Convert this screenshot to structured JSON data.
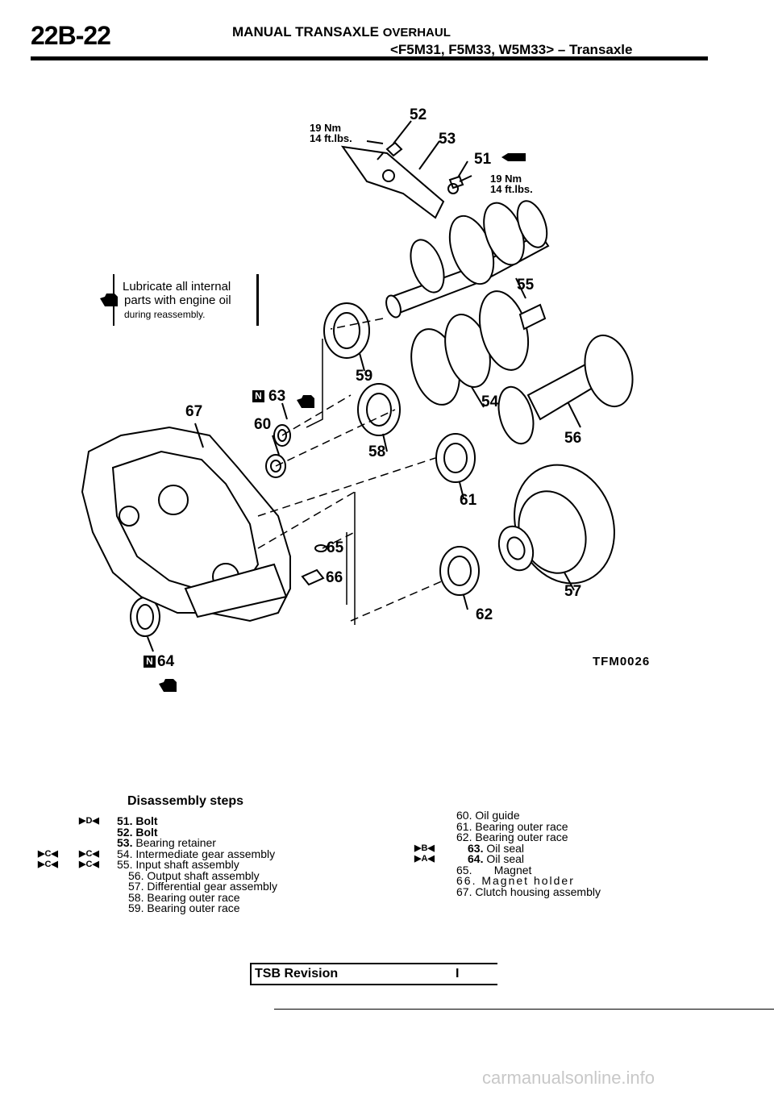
{
  "header": {
    "page_id": "22B-22",
    "title_line1": "MANUAL TRANSAXLE",
    "title_overhaul": "OVERHAUL",
    "title_line2": "<F5M31, F5M33, W5M33> – Transaxle"
  },
  "diagram": {
    "torque_top": {
      "nm": "19 Nm",
      "ftlbs": "14 ft.lbs."
    },
    "torque_right": {
      "nm": "19 Nm",
      "ftlbs": "14 ft.lbs."
    },
    "labels": [
      "52",
      "53",
      "51",
      "55",
      "59",
      "63",
      "67",
      "60",
      "54",
      "56",
      "58",
      "61",
      "65",
      "66",
      "57",
      "62",
      "64"
    ],
    "note": {
      "line1": "Lubricate all internal",
      "line2": "parts with engine oil",
      "line3": "during reassembly."
    },
    "new_part_mark": "N",
    "figure_code": "TFM0026"
  },
  "steps": {
    "title": "Disassembly steps",
    "left": [
      {
        "num": "51.",
        "text": "Bolt",
        "markers": [
          "D"
        ]
      },
      {
        "num": "52.",
        "text": "Bolt",
        "markers": []
      },
      {
        "num": "53.",
        "text": "Bearing retainer",
        "markers": []
      },
      {
        "num": "54.",
        "text": "Intermediate gear assembly",
        "markers": [
          "C",
          "C"
        ]
      },
      {
        "num": "55.",
        "text": "Input shaft assembly",
        "markers": [
          "C",
          "C"
        ]
      },
      {
        "num": "56.",
        "text": "Output shaft assembly",
        "markers": []
      },
      {
        "num": "57.",
        "text": "Differential gear assembly",
        "markers": []
      },
      {
        "num": "58.",
        "text": "Bearing outer race",
        "markers": []
      },
      {
        "num": "59.",
        "text": "Bearing outer race",
        "markers": []
      }
    ],
    "right": [
      {
        "num": "60.",
        "text": "Oil guide",
        "markers": []
      },
      {
        "num": "61.",
        "text": "Bearing outer race",
        "markers": []
      },
      {
        "num": "62.",
        "text": "Bearing outer race",
        "markers": []
      },
      {
        "num": "63.",
        "text": "Oil seal",
        "markers": [
          "B"
        ]
      },
      {
        "num": "64.",
        "text": "Oil seal",
        "markers": [
          "A"
        ]
      },
      {
        "num": "65.",
        "text": "Magnet",
        "markers": []
      },
      {
        "num": "66.",
        "text": "Magnet holder",
        "markers": []
      },
      {
        "num": "67.",
        "text": "Clutch housing assembly",
        "markers": []
      }
    ]
  },
  "footer": {
    "tsb_label": "TSB Revision",
    "tsb_value": "I",
    "watermark": "carmanualsonline.info"
  }
}
